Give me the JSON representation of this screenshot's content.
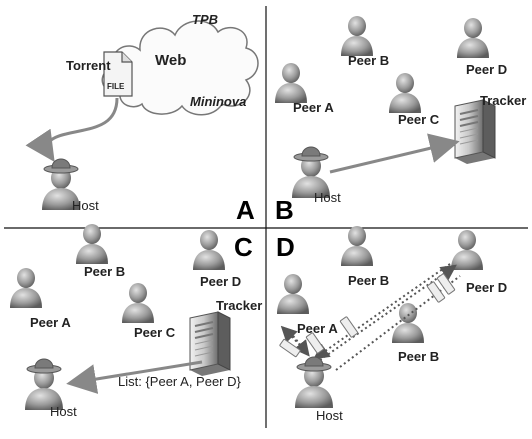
{
  "panel_letters": {
    "a": "A",
    "b": "B",
    "c": "C",
    "d": "D"
  },
  "panel_a": {
    "cloud_web": "Web",
    "cloud_tpb": "TPB",
    "cloud_mininova": "Mininova",
    "torrent_label": "Torrent",
    "file_label": "FILE",
    "host_label": "Host"
  },
  "panel_b": {
    "peers": [
      "Peer A",
      "Peer B",
      "Peer C",
      "Peer D"
    ],
    "tracker_label": "Tracker",
    "host_label": "Host"
  },
  "panel_c": {
    "peers": [
      "Peer A",
      "Peer B",
      "Peer C",
      "Peer D"
    ],
    "tracker_label": "Tracker",
    "host_label": "Host",
    "list_text": "List: {Peer A,  Peer D}"
  },
  "panel_d": {
    "peers": [
      "Peer A",
      "Peer B",
      "Peer B",
      "Peer D"
    ],
    "host_label": "Host"
  },
  "colors": {
    "person": "#8a8a8a",
    "arrow": "#888888",
    "divider": "#111111"
  },
  "icons": [
    "person-icon",
    "host-icon-cowboy-hat",
    "server-icon",
    "document-icon",
    "cloud-icon",
    "data-packet-icon"
  ]
}
